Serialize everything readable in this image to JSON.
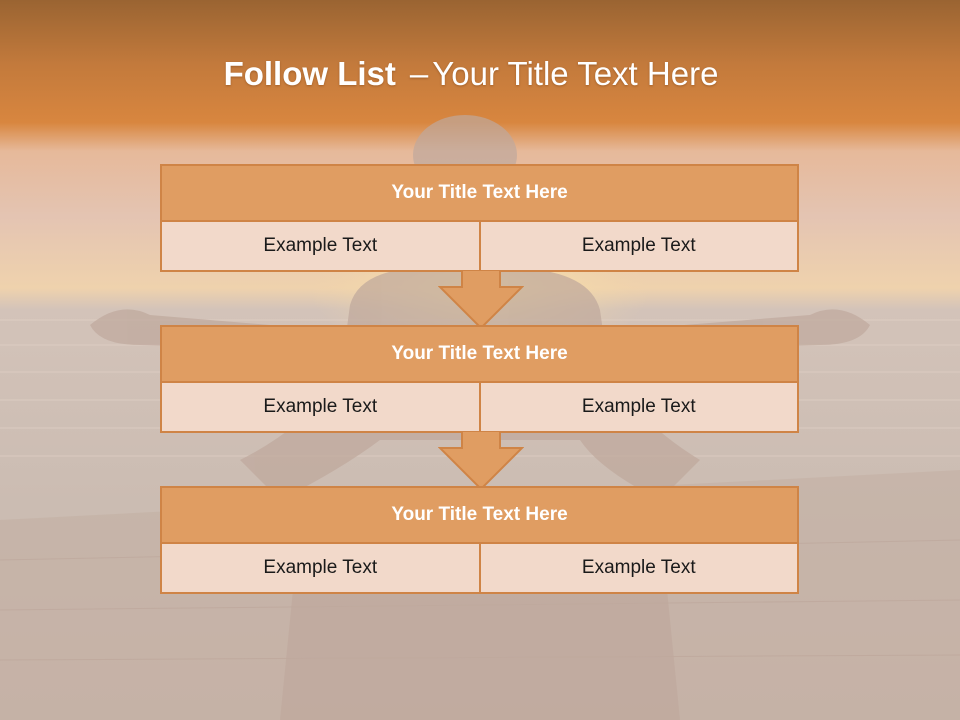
{
  "slide": {
    "title_bold": "Follow List",
    "title_sep": "–",
    "title_rest": "Your Title Text Here"
  },
  "blocks": [
    {
      "title": "Your Title Text Here",
      "cells": [
        "Example Text",
        "Example Text"
      ]
    },
    {
      "title": "Your Title Text Here",
      "cells": [
        "Example Text",
        "Example Text"
      ]
    },
    {
      "title": "Your Title Text Here",
      "cells": [
        "Example Text",
        "Example Text"
      ]
    }
  ],
  "colors": {
    "header_band": "#d8813c",
    "block_title_fill": "#e09d62",
    "block_cell_fill": "#f2d9ca",
    "border": "#cf8446",
    "arrow": "#e09d62"
  }
}
